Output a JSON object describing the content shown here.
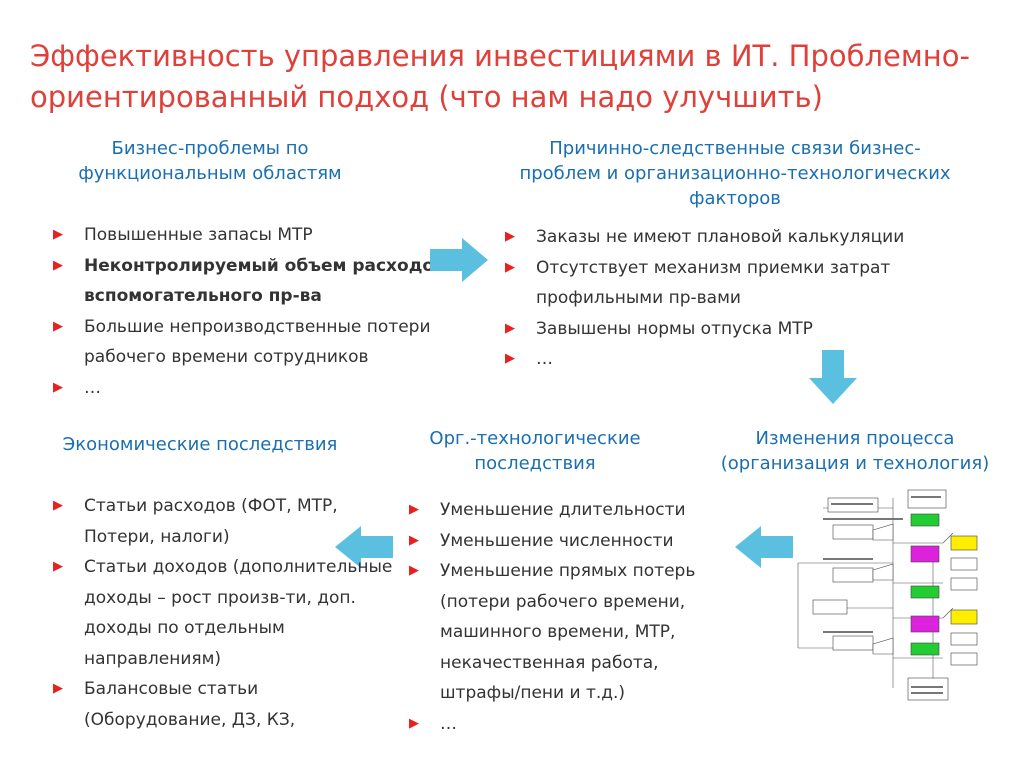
{
  "title": "Эффективность управления инвестициями в ИТ. Проблемно-ориентированный подход (что нам надо улучшить)",
  "sections": {
    "business_problems": {
      "heading": "Бизнес-проблемы по функциональным областям",
      "items": [
        {
          "text": "Повышенные запасы МТР",
          "bold": false
        },
        {
          "text": "Неконтролируемый объем расходов вспомогательного пр-ва",
          "bold": true
        },
        {
          "text": "Большие непроизводственные потери рабочего времени сотрудников",
          "bold": false
        },
        {
          "text": "…",
          "bold": false
        }
      ]
    },
    "causal_links": {
      "heading": "Причинно-следственные связи бизнес-проблем и организационно-технологических факторов",
      "items": [
        {
          "text": "Заказы не имеют плановой калькуляции"
        },
        {
          "text": "Отсутствует механизм приемки затрат профильными пр-вами"
        },
        {
          "text": "Завышены нормы отпуска МТР"
        },
        {
          "text": "…"
        }
      ]
    },
    "economic_consequences": {
      "heading": "Экономические последствия",
      "items": [
        {
          "text": "Статьи расходов (ФОТ, МТР, Потери, налоги)"
        },
        {
          "text": "Статьи доходов (дополнительные доходы – рост произв-ти, доп. доходы по отдельным направлениям)"
        },
        {
          "text": "Балансовые статьи (Оборудование, ДЗ, КЗ,"
        }
      ]
    },
    "org_tech_consequences": {
      "heading": "Орг.-технологические последствия",
      "items": [
        {
          "text": "Уменьшение длительности"
        },
        {
          "text": "Уменьшение численности"
        },
        {
          "text": "Уменьшение прямых потерь (потери рабочего времени, машинного времени, МТР, некачественная работа, штрафы/пени и т.д.)"
        },
        {
          "text": "…"
        }
      ]
    },
    "process_changes": {
      "heading": "Изменения процесса (организация и технология)"
    }
  },
  "colors": {
    "title": "#e0403a",
    "heading": "#1a6fb0",
    "bullet": "#e8201e",
    "arrow": "#5bc0e0",
    "body_text": "#333333"
  },
  "icons": {
    "bullet": "triangle-right-icon",
    "arrow": "block-arrow-icon",
    "diagram": "process-flowchart-icon"
  }
}
